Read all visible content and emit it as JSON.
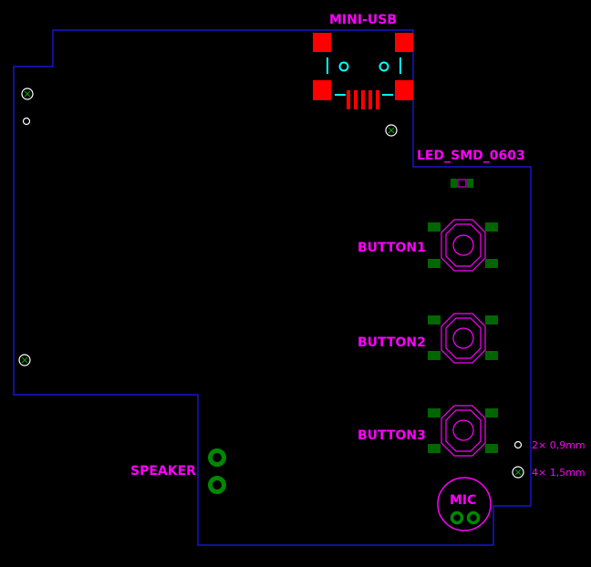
{
  "colors": {
    "background": "#000000",
    "outline": "#1a1aff",
    "label": "#ff00ff",
    "copper_pad": "#006600",
    "smd_red": "#ff0000",
    "via_white": "#ffffff",
    "cyan": "#00ffff"
  },
  "labels": {
    "mini_usb": "MINI-USB",
    "led": "LED_SMD_0603",
    "button1": "BUTTON1",
    "button2": "BUTTON2",
    "button3": "BUTTON3",
    "speaker": "SPEAKER",
    "mic": "MIC",
    "hole_small": "2× 0,9mm",
    "hole_large": "4× 1,5mm"
  }
}
